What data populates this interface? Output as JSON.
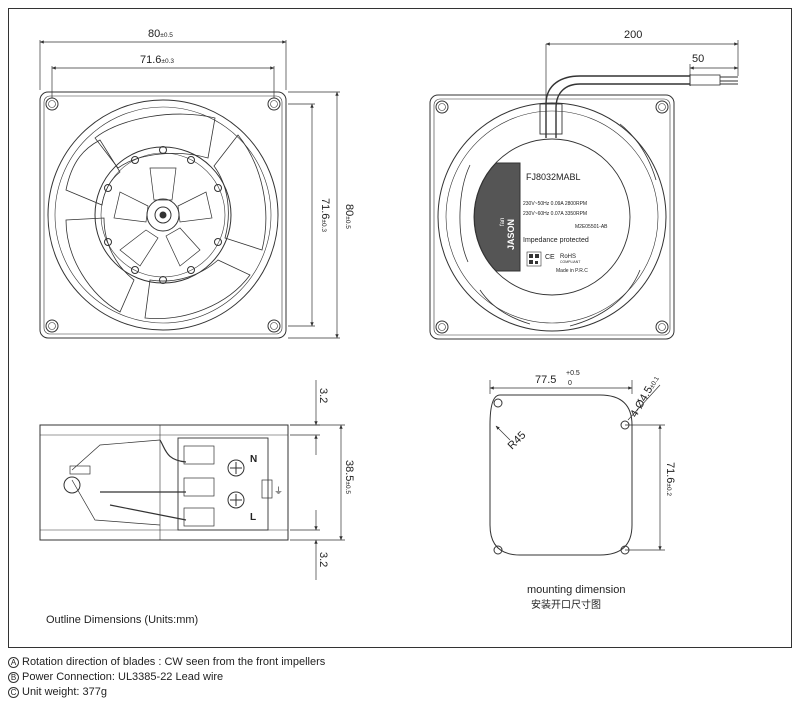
{
  "front_view": {
    "overall_width": "80",
    "overall_width_tol": "±0.5",
    "hole_spacing": "71.6",
    "hole_spacing_tol": "±0.3",
    "overall_height": "80",
    "overall_height_tol": "±0.5",
    "hole_spacing_v": "71.6",
    "hole_spacing_v_tol": "±0.3"
  },
  "back_view": {
    "lead_length": "200",
    "strip_length": "50",
    "label": {
      "brand": "JASON",
      "brand_sub": "fan",
      "model": "FJ8032MABL",
      "spec_50hz": "230V~50Hz  0.09A  2800RPM",
      "spec_60hz": "230V~60Hz  0.07A  3350RPM",
      "part_no": "M2E05501-AB",
      "protection": "Impedance protected",
      "ce": "CE",
      "rohs": "RoHS",
      "rohs_sub": "COMPLIANT",
      "origin": "Made in P.R.C"
    }
  },
  "side_view": {
    "top_flange": "3.2",
    "depth": "38.5",
    "depth_tol": "±0.5",
    "bottom_flange": "3.2",
    "terminal_n": "N",
    "terminal_l": "L",
    "earth": "⏚"
  },
  "mounting": {
    "width": "77.5",
    "width_tol_upper": "+0.5",
    "width_tol_lower": "0",
    "corner_radius": "R45",
    "holes": "4-Ø4.5",
    "holes_tol": "±0.1",
    "height": "71.6",
    "height_tol": "±0.2",
    "caption_en": "mounting dimension",
    "caption_cn": "安装开口尺寸图"
  },
  "outline_caption": "Outline Dimensions (Units:mm)",
  "notes": [
    {
      "marker": "A",
      "text": "Rotation direction of blades : CW seen from the front impellers"
    },
    {
      "marker": "B",
      "text": "Power Connection:  UL3385-22 Lead wire"
    },
    {
      "marker": "C",
      "text": "Unit weight:  377g"
    }
  ]
}
